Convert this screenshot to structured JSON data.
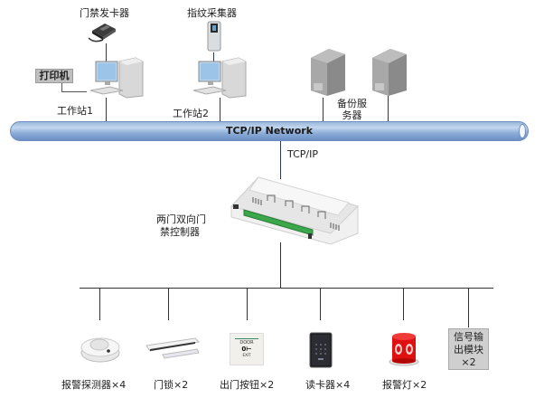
{
  "top": {
    "card_issuer": "门禁发卡器",
    "fingerprint": "指纹采集器",
    "printer": "打印机",
    "ws1": "工作站1",
    "ws2": "工作站2",
    "backup_server_line1": "备份服",
    "backup_server_line2": "务器"
  },
  "network": {
    "label": "TCP/IP Network",
    "link_label": "TCP/IP"
  },
  "controller": {
    "line1": "两门双向门",
    "line2": "禁控制器"
  },
  "devices": [
    {
      "label": "报警探测器×4",
      "icon": "smoke-detector-icon"
    },
    {
      "label": "门锁×2",
      "icon": "magnetic-lock-icon"
    },
    {
      "label": "出门按钮×2",
      "icon": "exit-button-icon"
    },
    {
      "label": "读卡器×4",
      "icon": "card-reader-icon"
    },
    {
      "label": "报警灯×2",
      "icon": "alarm-light-icon"
    }
  ],
  "signal_module": {
    "line1": "信号输",
    "line2": "出模块",
    "line3": "×2"
  },
  "exit_button_text": {
    "top": "DOOR",
    "bottom": "EXIT"
  },
  "colors": {
    "network": "#8eaed8",
    "line": "#2a3a55",
    "alarm_red": "#e01010",
    "terminal_green": "#3aa84a"
  }
}
